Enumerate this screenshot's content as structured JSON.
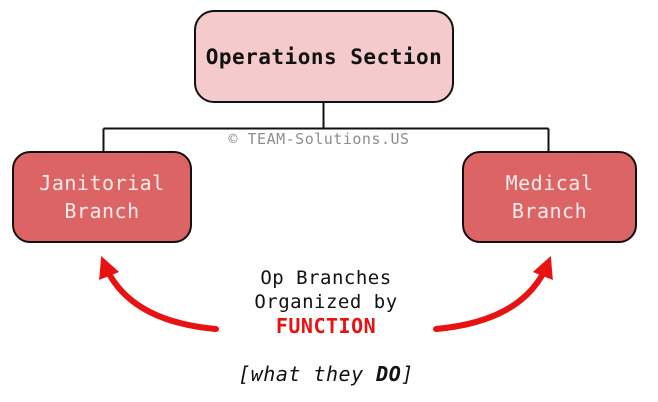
{
  "org_chart": {
    "parent": {
      "label": "Operations Section"
    },
    "branches": [
      {
        "line1": "Janitorial",
        "line2": "Branch"
      },
      {
        "line1": "Medical",
        "line2": "Branch"
      }
    ]
  },
  "watermark": {
    "text": "© TEAM-Solutions.US"
  },
  "annotation": {
    "line1": "Op Branches",
    "line2": "Organized by",
    "emphasis": "FUNCTION"
  },
  "footnote": {
    "prefix": "[what they ",
    "emphasis": "DO",
    "suffix": "]"
  },
  "colors": {
    "parent_box_fill": "#f5caca",
    "branch_box_fill": "#dc6464",
    "box_border": "#111111",
    "branch_text": "#f8ecec",
    "text_black": "#111111",
    "arrow_red": "#e81212",
    "watermark_gray": "#8d8d8d"
  }
}
